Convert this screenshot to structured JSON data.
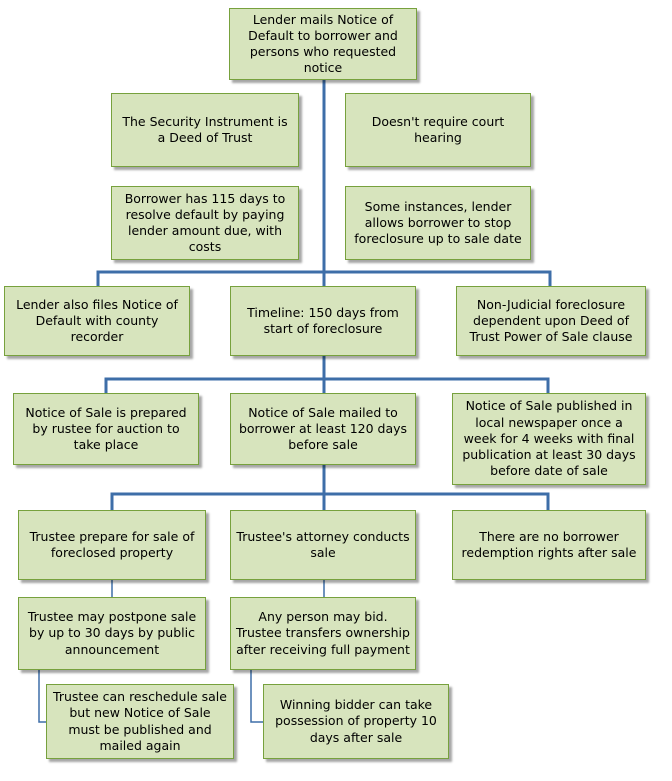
{
  "colors": {
    "box_fill": "#d7e4bd",
    "box_border": "#77a13d",
    "connector": "#3e6ea8"
  },
  "nodes": {
    "n1": "Lender mails Notice of Default to borrower and persons who requested notice",
    "n2": "The Security  Instrument is a Deed of Trust",
    "n3": "Doesn't require court hearing",
    "n4": "Borrower has 115 days to resolve default by paying lender amount due, with costs",
    "n5": "Some instances, lender allows borrower to stop foreclosure up to sale date",
    "n6": "Lender also files Notice of Default with county recorder",
    "n7": "Timeline: 150 days from start of foreclosure",
    "n8": "Non-Judicial foreclosure dependent upon Deed of Trust Power of Sale clause",
    "n9": "Notice of Sale is prepared by rustee for auction to take place",
    "n10": "Notice of Sale mailed to borrower at least 120 days before sale",
    "n11": "Notice of Sale published in local newspaper once a week for 4 weeks with final publication at least 30 days before date of sale",
    "n12": "Trustee prepare for sale of foreclosed property",
    "n13": "Trustee's attorney conducts sale",
    "n14": "There are no borrower redemption rights after sale",
    "n15": "Trustee may postpone  sale by up to 30 days by public announcement",
    "n16": "Any person may bid. Trustee transfers ownership after receiving full payment",
    "n17": "Trustee can reschedule sale but new Notice of Sale must be published and mailed again",
    "n18": "Winning bidder can take possession of property 10 days after sale"
  }
}
